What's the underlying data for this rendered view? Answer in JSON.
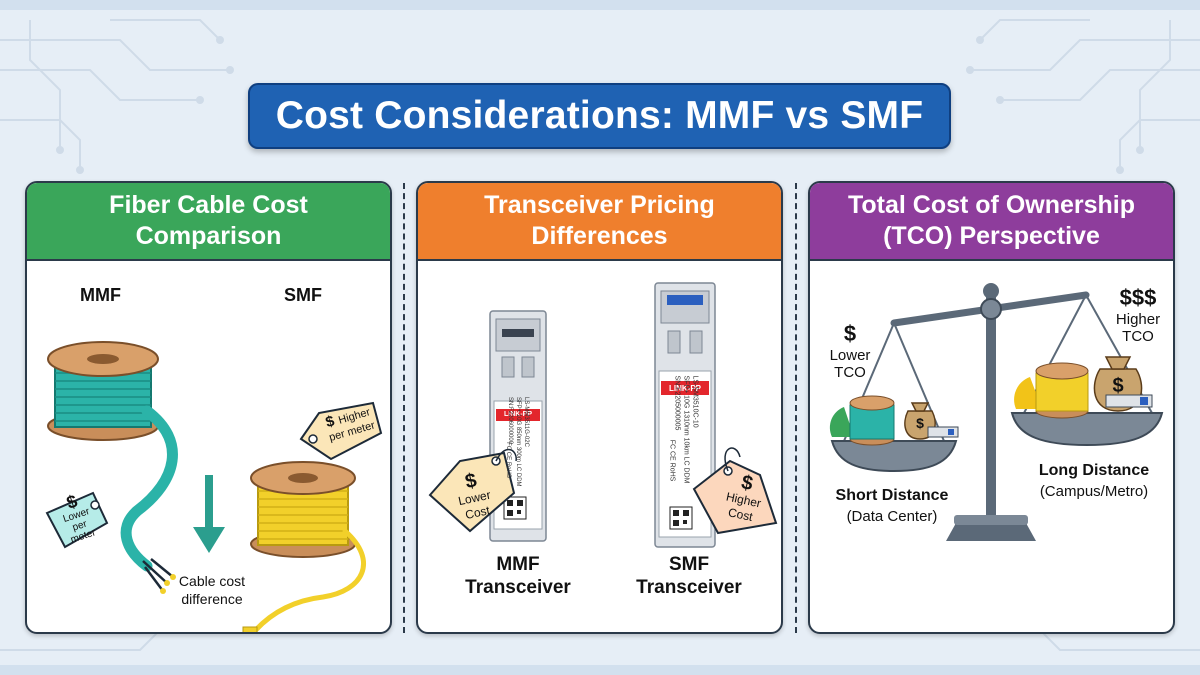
{
  "title": "Cost Considerations: MMF vs SMF",
  "colors": {
    "title_bg": "#1f62b3",
    "panel1_header": "#3aa65a",
    "panel2_header": "#ef7f2d",
    "panel3_header": "#8e3d9c",
    "mmf_cable": "#2bb3a8",
    "smf_cable": "#f2d02a",
    "tag": "#fbe6b8",
    "tag_teal": "#b6ece8",
    "tag_peach": "#fcd7bd"
  },
  "panels": {
    "cable": {
      "header_line1": "Fiber Cable Cost",
      "header_line2": "Comparison",
      "mmf_label": "MMF",
      "smf_label": "SMF",
      "mmf_tag_symbol": "$",
      "mmf_tag_line1": "Lower",
      "mmf_tag_line2": "per",
      "mmf_tag_line3": "meter",
      "smf_tag_symbol": "$",
      "smf_tag_line1": "Higher",
      "smf_tag_line2": "per meter",
      "arrow_label_line1": "Cable cost",
      "arrow_label_line2": "difference"
    },
    "transceiver": {
      "header_line1": "Transceiver Pricing",
      "header_line2": "Differences",
      "brand": "LINK-PP",
      "mmf_model": "LS-MM3511G-02C",
      "mmf_spec": "SFP+ 10G 850nm 300m LC DDM",
      "mmf_sn": "SN:F2206000000",
      "smf_model": "LS-SM3510C-10",
      "smf_spec": "SFP+ 10G 1310nm 10km LC DDM",
      "smf_sn": "SN:F2205000005",
      "marks": "FC CE RoHS",
      "mmf_tag_symbol": "$",
      "mmf_tag_line1": "Lower",
      "mmf_tag_line2": "Cost",
      "smf_tag_symbol": "$",
      "smf_tag_line1": "Higher",
      "smf_tag_line2": "Cost",
      "mmf_caption_line1": "MMF",
      "mmf_caption_line2": "Transceiver",
      "smf_caption_line1": "SMF",
      "smf_caption_line2": "Transceiver"
    },
    "tco": {
      "header_line1": "Total Cost of Ownership",
      "header_line2": "(TCO) Perspective",
      "low_symbol": "$",
      "low_line1": "Lower",
      "low_line2": "TCO",
      "high_symbol": "$$$",
      "high_line1": "Higher",
      "high_line2": "TCO",
      "bag_symbol": "$",
      "short_title": "Short Distance",
      "short_sub": "(Data Center)",
      "long_title": "Long Distance",
      "long_sub": "(Campus/Metro)"
    }
  }
}
